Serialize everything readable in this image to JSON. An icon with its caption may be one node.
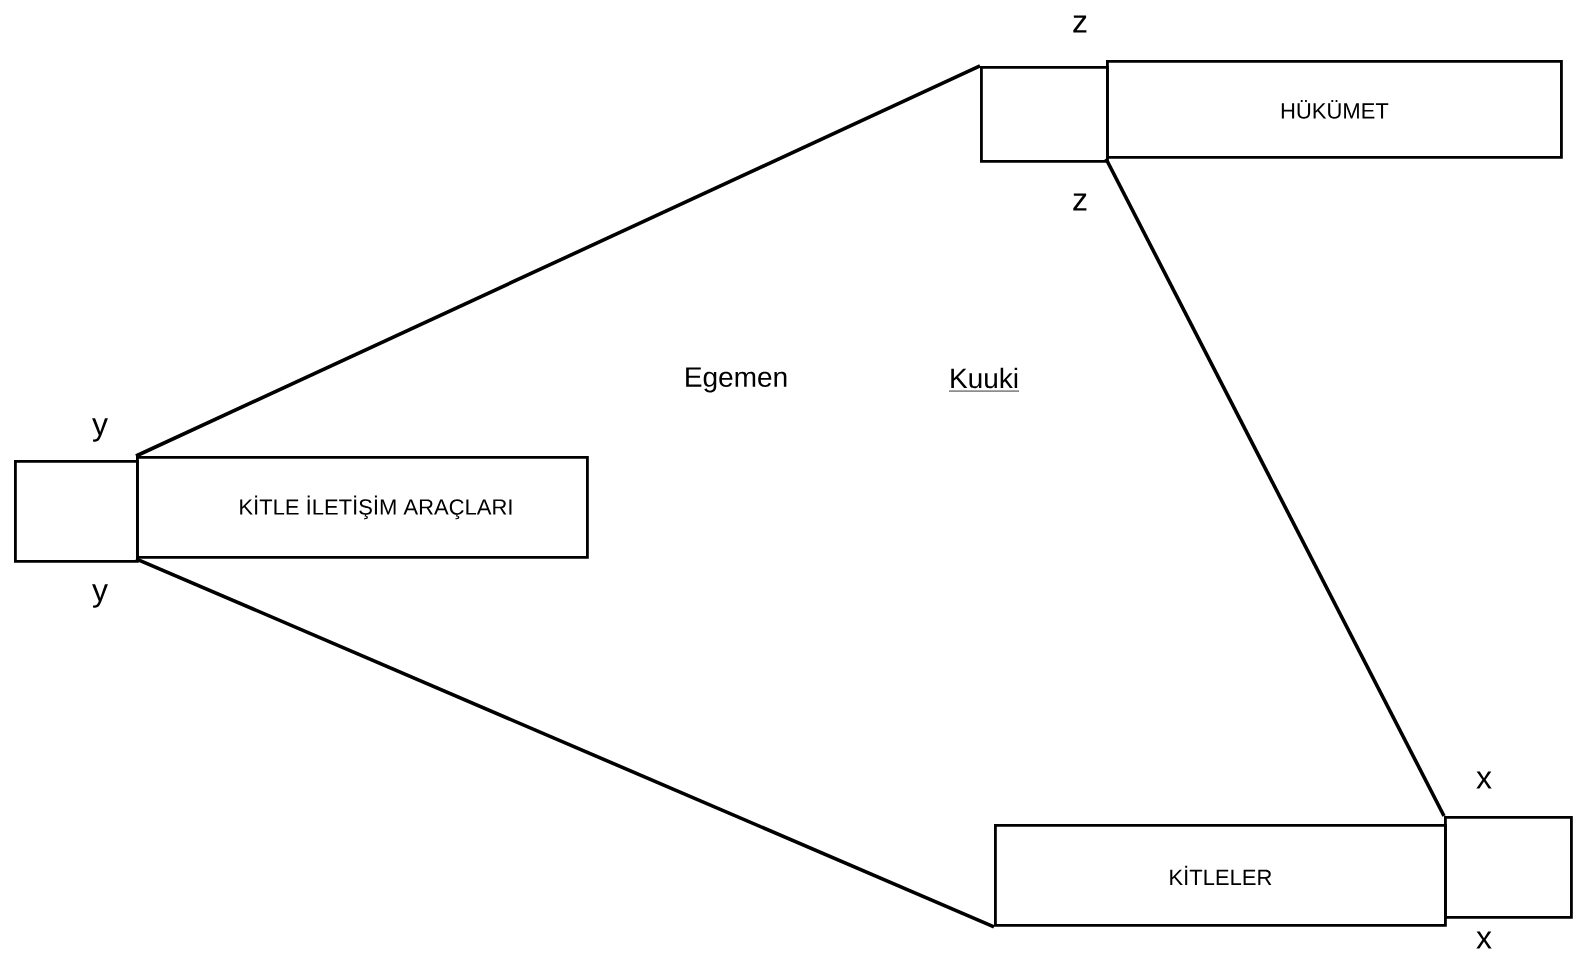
{
  "diagram": {
    "nodes": [
      {
        "text": [],
        "shape": "box"
      },
      {
        "text": [
          "KİTLE İLETİŞİM ARAÇLARI"
        ]
      },
      {
        "text": [],
        "shape": "box"
      },
      {
        "text": [
          "HÜKÜMET"
        ]
      },
      {
        "text": [
          "KİTLELER"
        ]
      },
      {
        "text": [],
        "shape": "box"
      }
    ],
    "edges": [
      {
        "from": 1,
        "to": 2,
        "arrow": "none"
      },
      {
        "from": 1,
        "to": 4,
        "arrow": "none"
      },
      {
        "from": 3,
        "to": 5,
        "arrow": "none"
      }
    ],
    "labels": [
      "z",
      "z",
      "Egemen",
      "Kuuki",
      "y",
      "y",
      "x",
      "x"
    ]
  }
}
